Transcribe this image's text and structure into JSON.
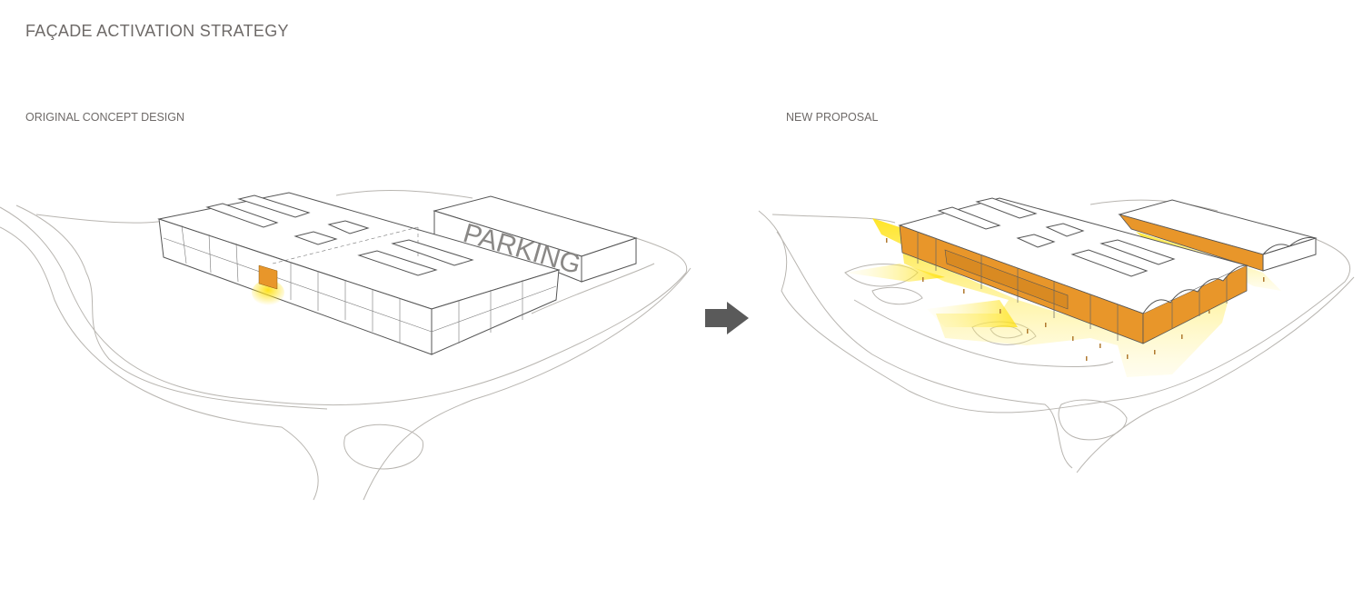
{
  "title": "FAÇADE ACTIVATION STRATEGY",
  "left_panel": {
    "label": "ORIGINAL CONCEPT DESIGN",
    "building_label": "PARKING"
  },
  "right_panel": {
    "label": "NEW PROPOSAL"
  },
  "arrow_icon": "right-arrow",
  "colors": {
    "highlight_yellow": "#ffe21a",
    "facade_orange": "#e8962a",
    "line": "#555555",
    "arrow": "#5a5a5a"
  }
}
